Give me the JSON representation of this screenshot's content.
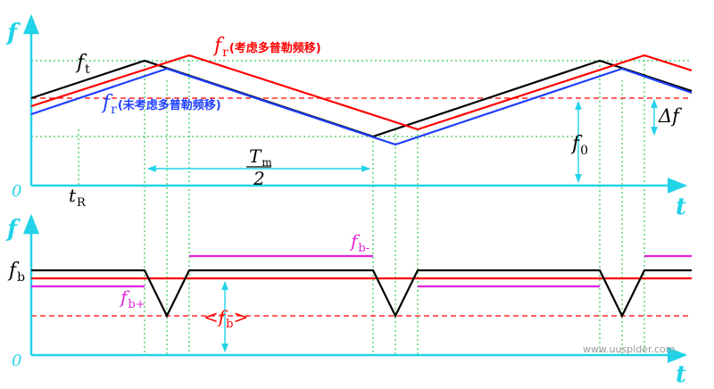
{
  "labels": {
    "f_axis_top": "f",
    "f_axis_bottom": "f",
    "t_axis_top": "t",
    "t_axis_bottom": "t",
    "zero_top": "0",
    "zero_bottom": "0",
    "ft_main": "f",
    "ft_sub": "t",
    "fr_dop_main": "f",
    "fr_dop_sub": "r",
    "fr_dop_note": "(考虑多普勒频移)",
    "fr_nodop_main": "f",
    "fr_nodop_sub": "r",
    "fr_nodop_note": "(未考虑多普勒频移)",
    "delta_f": "Δf",
    "f0_main": "f",
    "f0_sub": "0",
    "tm_num_main": "T",
    "tm_num_sub": "m",
    "tm_den": "2",
    "tR_main": "t",
    "tR_sub": "R",
    "fb_main": "f",
    "fb_sub": "b",
    "fbminus_main": "f",
    "fbminus_sub": "b-",
    "fbplus_main": "f",
    "fbplus_sub": "b+",
    "avgfb_open": "<",
    "avgfb_main": "f",
    "avgfb_sub": "b",
    "avgfb_close": ">"
  },
  "watermark": "www.uuspider.com",
  "colors": {
    "axis": "#22d3e8",
    "grid": "#33cc55",
    "ft": "#000000",
    "fr_doppler": "#ff0000",
    "fr_no_doppler": "#1f3fff",
    "fb_pm": "#dd22dd",
    "dashed": "#ff0000",
    "arrow": "#22d3e8"
  }
}
